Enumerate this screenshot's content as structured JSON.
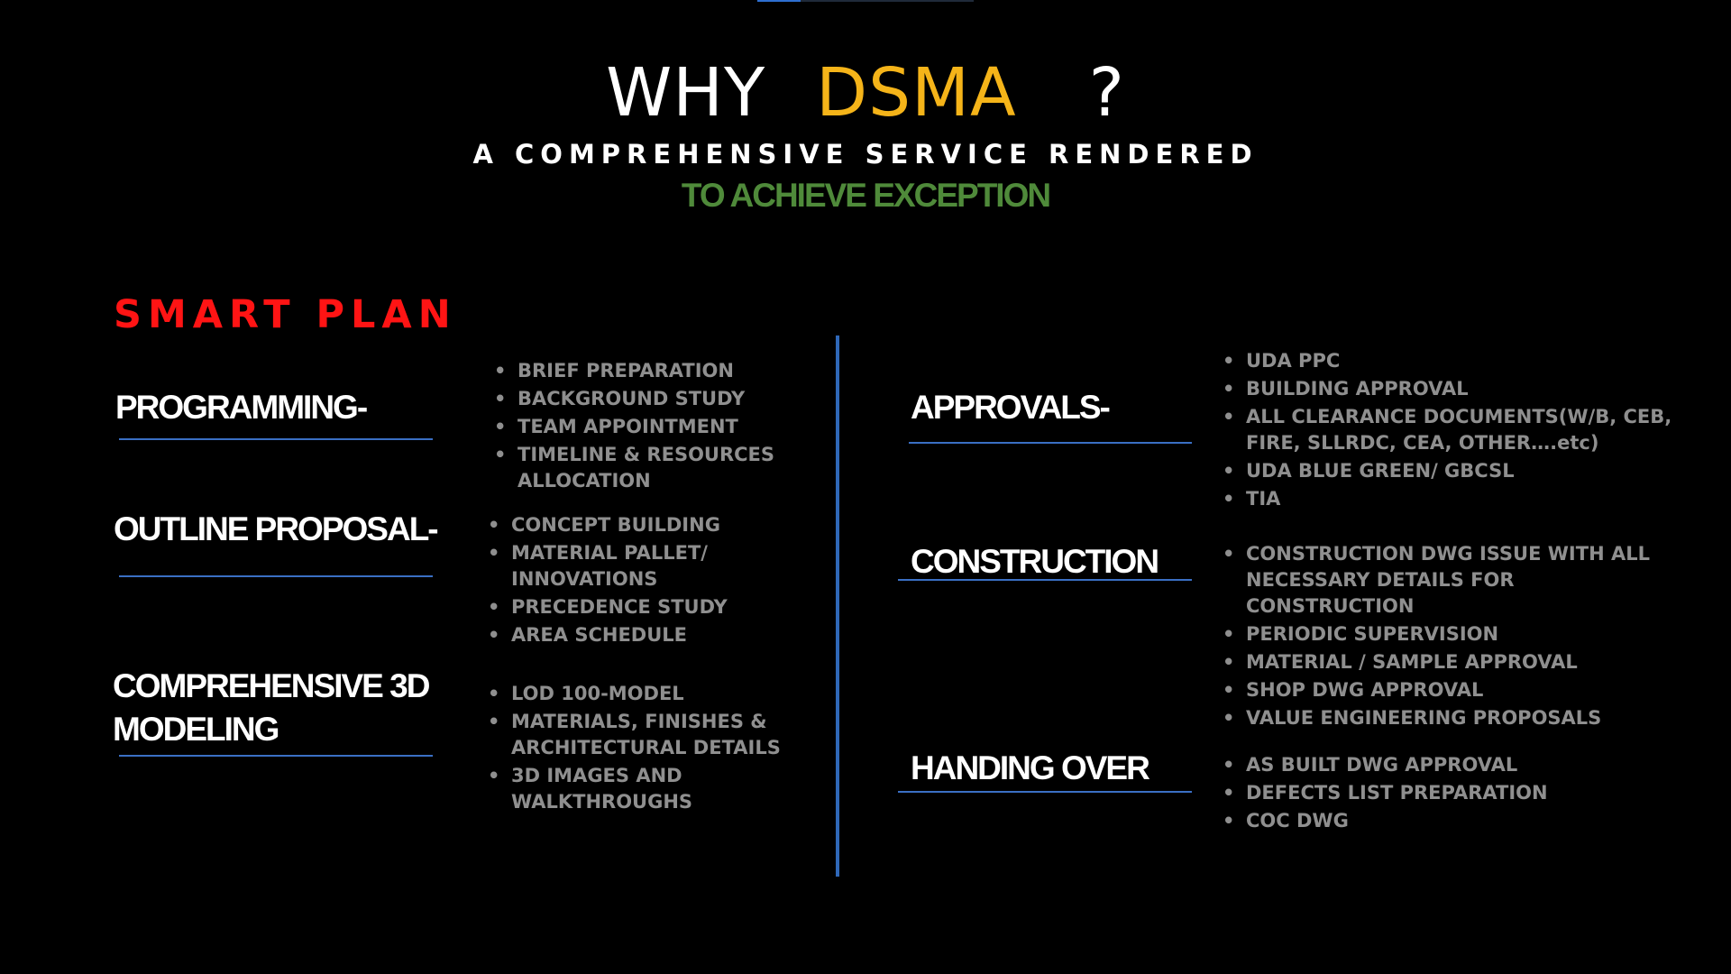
{
  "header": {
    "why": "WHY",
    "brand": "DSMA",
    "question_mark": "?",
    "subtitle": "A COMPREHENSIVE SERVICE RENDERED",
    "tagline": "TO ACHIEVE EXCEPTION"
  },
  "colors": {
    "brand": "#f5b419",
    "section_title": "#ff1414",
    "tagline": "#4f8a3a",
    "underline": "#3a6fc4",
    "divider": "#2f68b8",
    "bullet_text": "#8f8f8f"
  },
  "section_title": "SMART PLAN",
  "left_column": {
    "programming": {
      "heading": "PROGRAMMING-",
      "items": [
        "BRIEF PREPARATION",
        "BACKGROUND STUDY",
        "TEAM APPOINTMENT",
        "TIMELINE & RESOURCES ALLOCATION"
      ]
    },
    "outline": {
      "heading": "OUTLINE PROPOSAL-",
      "items": [
        "CONCEPT BUILDING",
        "MATERIAL PALLET/ INNOVATIONS",
        "PRECEDENCE STUDY",
        "AREA SCHEDULE"
      ]
    },
    "modeling": {
      "heading_line1": "COMPREHENSIVE 3D",
      "heading_line2": "MODELING",
      "items": [
        "LOD 100-MODEL",
        "MATERIALS, FINISHES & ARCHITECTURAL DETAILS",
        "3D IMAGES AND WALKTHROUGHS"
      ]
    }
  },
  "right_column": {
    "approvals": {
      "heading": "APPROVALS-",
      "items": [
        "UDA PPC",
        "BUILDING APPROVAL",
        "ALL CLEARANCE DOCUMENTS(W/B, CEB, FIRE, SLLRDC, CEA, OTHER….etc)",
        "UDA BLUE GREEN/ GBCSL",
        "TIA"
      ]
    },
    "construction": {
      "heading": "CONSTRUCTION",
      "items": [
        "CONSTRUCTION DWG ISSUE WITH ALL NECESSARY DETAILS FOR CONSTRUCTION",
        "PERIODIC SUPERVISION",
        "MATERIAL / SAMPLE APPROVAL",
        "SHOP DWG APPROVAL",
        "VALUE ENGINEERING PROPOSALS"
      ]
    },
    "handing_over": {
      "heading": "HANDING OVER",
      "items": [
        "AS BUILT DWG APPROVAL",
        "DEFECTS LIST PREPARATION",
        "COC DWG"
      ]
    }
  }
}
